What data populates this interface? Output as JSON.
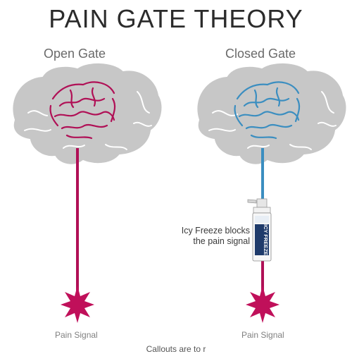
{
  "title": "PAIN GATE THEORY",
  "left": {
    "heading": "Open Gate",
    "signal_label": "Pain Signal"
  },
  "right": {
    "heading": "Closed Gate",
    "signal_label": "Pain Signal",
    "callout_line1": "Icy Freeze blocks",
    "callout_line2": "the pain signal",
    "product_text": "ICY FREEZE"
  },
  "footer_text": "Callouts are to r",
  "colors": {
    "brain_gray": "#c7c7c7",
    "open_gate": "#b01056",
    "closed_gate": "#3b8ec0",
    "pain_signal": "#c0105a"
  }
}
